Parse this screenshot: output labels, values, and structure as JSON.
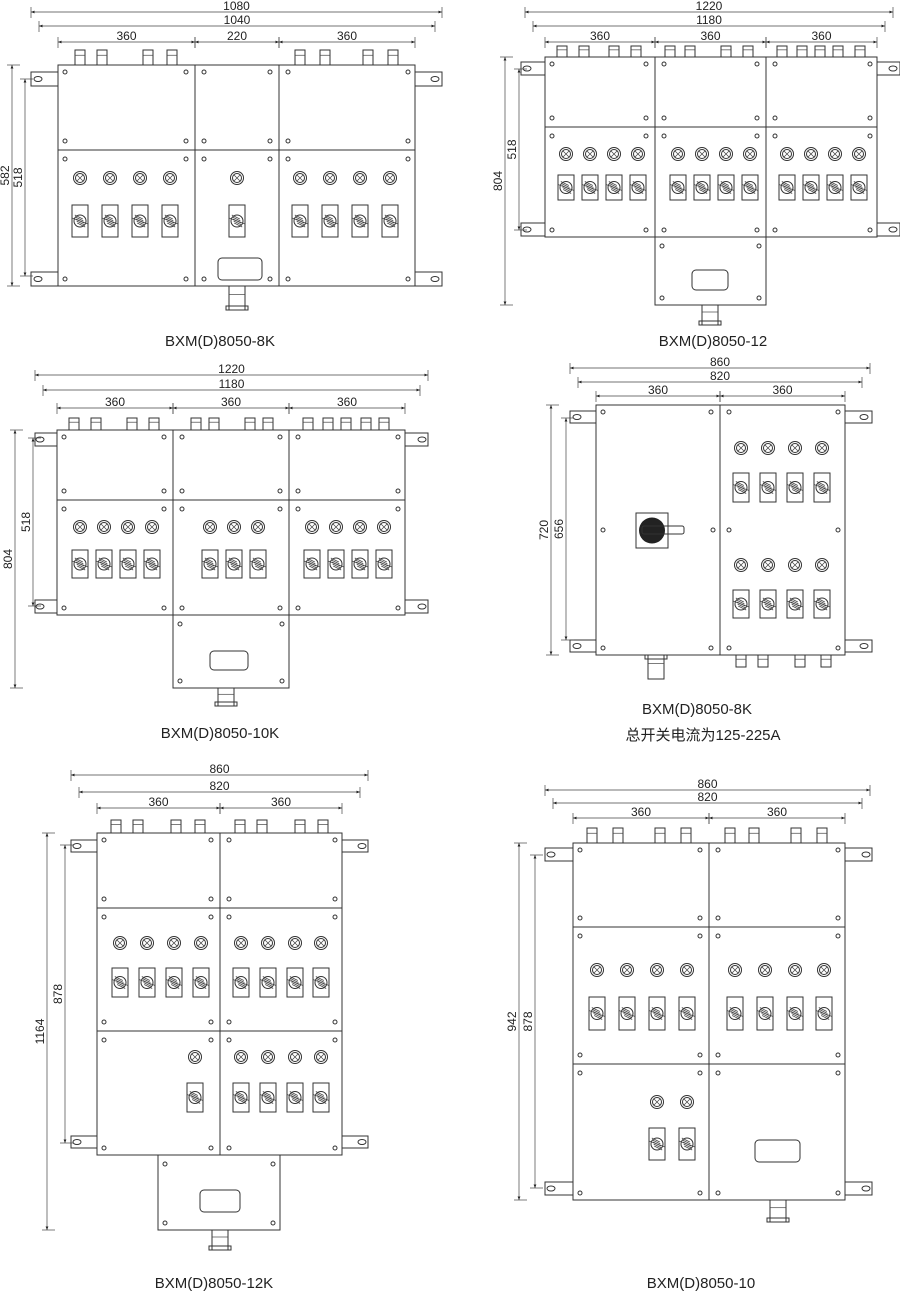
{
  "drawings": [
    {
      "caption": "BXM(D)8050-8K",
      "dims": {
        "overall_width": "1080",
        "mount_width": "1040",
        "sections": [
          "360",
          "220",
          "360"
        ],
        "overall_height": "582",
        "mount_height": "518"
      }
    },
    {
      "caption": "BXM(D)8050-12",
      "dims": {
        "overall_width": "1220",
        "mount_width": "1180",
        "sections": [
          "360",
          "360",
          "360"
        ],
        "overall_height": "804",
        "mount_height": "518"
      }
    },
    {
      "caption": "BXM(D)8050-10K",
      "dims": {
        "overall_width": "1220",
        "mount_width": "1180",
        "sections": [
          "360",
          "360",
          "360"
        ],
        "overall_height": "804",
        "mount_height": "518"
      }
    },
    {
      "caption": "BXM(D)8050-8K",
      "subcaption": "总开关电流为125-225A",
      "dims": {
        "overall_width": "860",
        "mount_width": "820",
        "sections": [
          "360",
          "360"
        ],
        "overall_height": "720",
        "mount_height": "656"
      }
    },
    {
      "caption": "BXM(D)8050-12K",
      "dims": {
        "overall_width": "860",
        "mount_width": "820",
        "sections": [
          "360",
          "360"
        ],
        "overall_height": "1164",
        "mount_height": "878"
      }
    },
    {
      "caption": "BXM(D)8050-10",
      "dims": {
        "overall_width": "860",
        "mount_width": "820",
        "sections": [
          "360",
          "360"
        ],
        "overall_height": "942",
        "mount_height": "878"
      }
    }
  ]
}
